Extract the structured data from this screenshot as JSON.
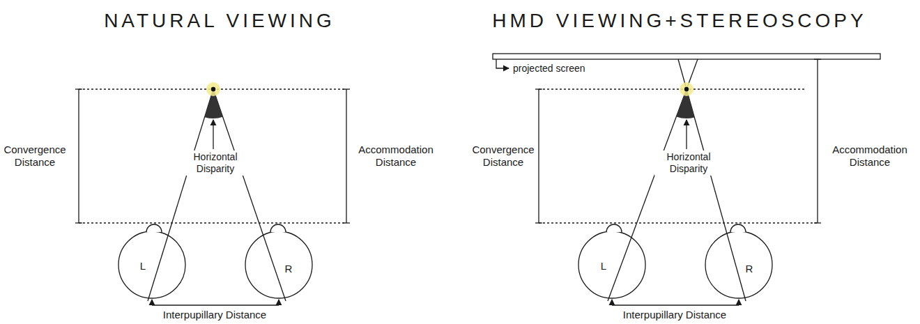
{
  "diagram": {
    "labels": [
      "NATURAL VIEWING",
      "Convergence Distance",
      "Horizontal Disparity",
      "Accommodation Distance",
      "L",
      "R",
      "Interpupillary Distance",
      "HMD VIEWING+STEREOSCOPY",
      "projected screen",
      "Convergence Distance",
      "Horizontal Disparity",
      "Accommodation Distance",
      "L",
      "R",
      "Interpupillary Distance"
    ]
  }
}
